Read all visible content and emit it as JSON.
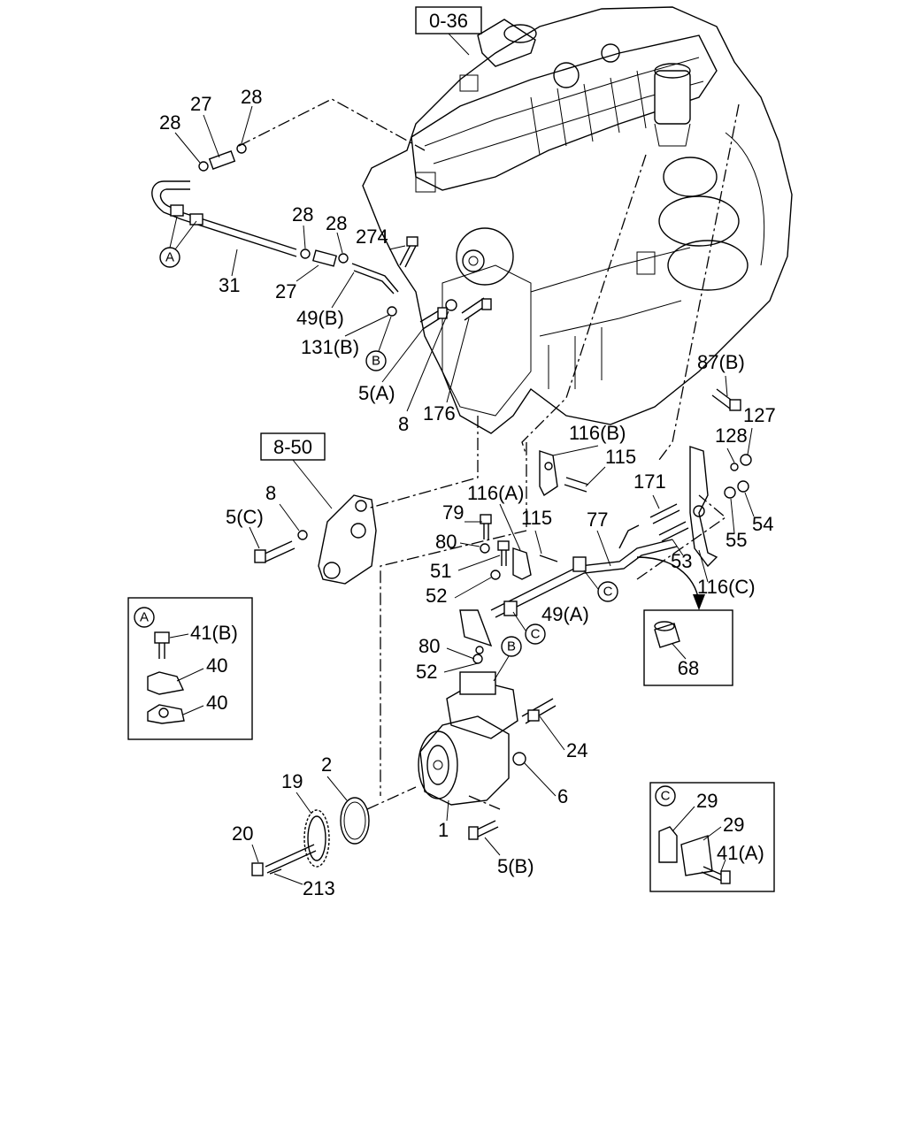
{
  "references": {
    "top_ref": "0-36",
    "bracket_ref": "8-50"
  },
  "callouts": {
    "A": "A",
    "B": "B",
    "C": "C"
  },
  "inset_a": {
    "letter": "A",
    "parts": [
      "41(B)",
      "40",
      "40"
    ]
  },
  "inset_c": {
    "letter": "C",
    "parts": [
      "29",
      "29",
      "41(A)"
    ]
  },
  "inset_68": {
    "part": "68"
  },
  "labels": {
    "p27a": "27",
    "p28a": "28",
    "p28b": "28",
    "p28c": "28",
    "p28d": "28",
    "p274": "274",
    "p31": "31",
    "p27b": "27",
    "p49b": "49(B)",
    "p131b": "131(B)",
    "p5a": "5(A)",
    "p8a": "8",
    "p176": "176",
    "p87b": "87(B)",
    "p127": "127",
    "p128": "128",
    "p116b": "116(B)",
    "p115a": "115",
    "p171": "171",
    "p116a": "116(A)",
    "p79": "79",
    "p115b": "115",
    "p77": "77",
    "p80a": "80",
    "p51": "51",
    "p52a": "52",
    "p49a": "49(A)",
    "p53": "53",
    "p55": "55",
    "p54": "54",
    "p116c": "116(C)",
    "p8b": "8",
    "p5c": "5(C)",
    "p80b": "80",
    "p52b": "52",
    "p24": "24",
    "p2": "2",
    "p19": "19",
    "p6": "6",
    "p1": "1",
    "p20": "20",
    "p213": "213",
    "p5b": "5(B)"
  }
}
